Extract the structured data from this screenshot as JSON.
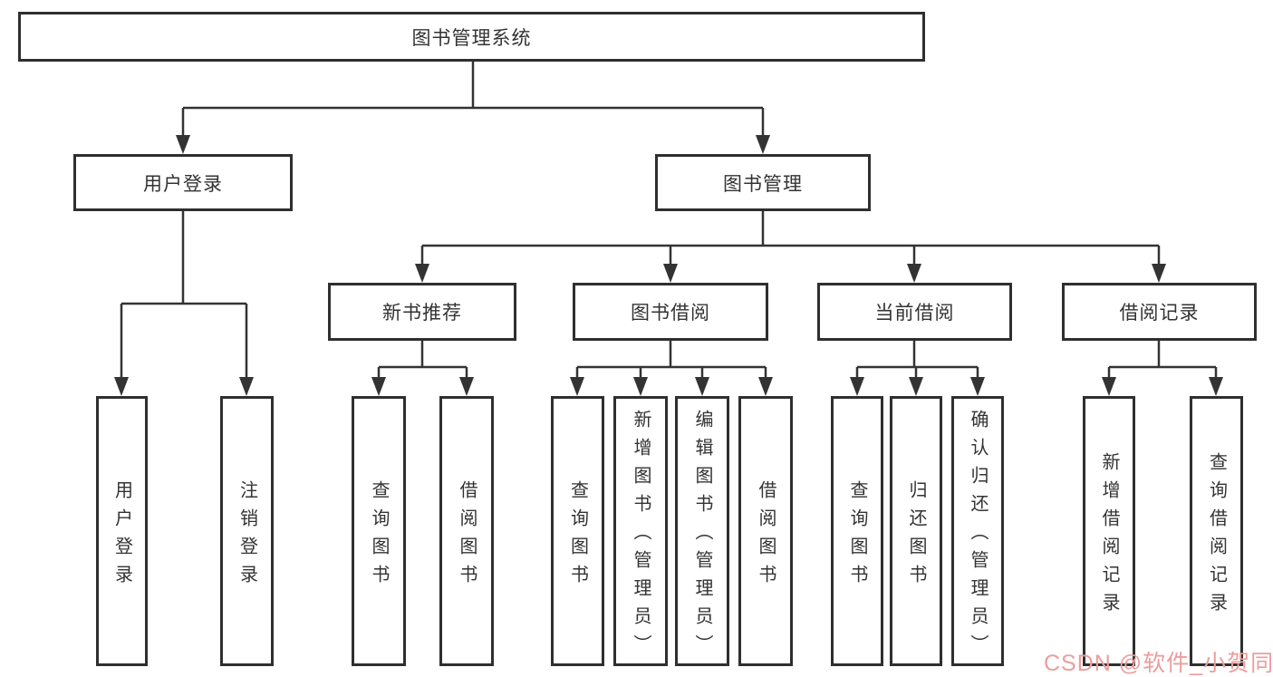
{
  "tree": {
    "root": "图书管理系统",
    "branches": [
      {
        "label": "用户登录",
        "children": [
          "用户登录",
          "注销登录"
        ]
      },
      {
        "label": "图书管理",
        "children": [
          {
            "label": "新书推荐",
            "children": [
              "查询图书",
              "借阅图书"
            ]
          },
          {
            "label": "图书借阅",
            "children": [
              "查询图书",
              "新增图书（管理员）",
              "编辑图书（管理员）",
              "借阅图书"
            ]
          },
          {
            "label": "当前借阅",
            "children": [
              "查询图书",
              "归还图书",
              "确认归还（管理员）"
            ]
          },
          {
            "label": "借阅记录",
            "children": [
              "新增借阅记录",
              "查询借阅记录"
            ]
          }
        ]
      }
    ]
  },
  "watermark": {
    "text": "CSDN @软件_小贺同学",
    "color": "#ED9D9D"
  },
  "colors": {
    "line": "#333333",
    "box_border": "#2F2F2F",
    "text": "#333333",
    "background": "#FFFFFF"
  }
}
